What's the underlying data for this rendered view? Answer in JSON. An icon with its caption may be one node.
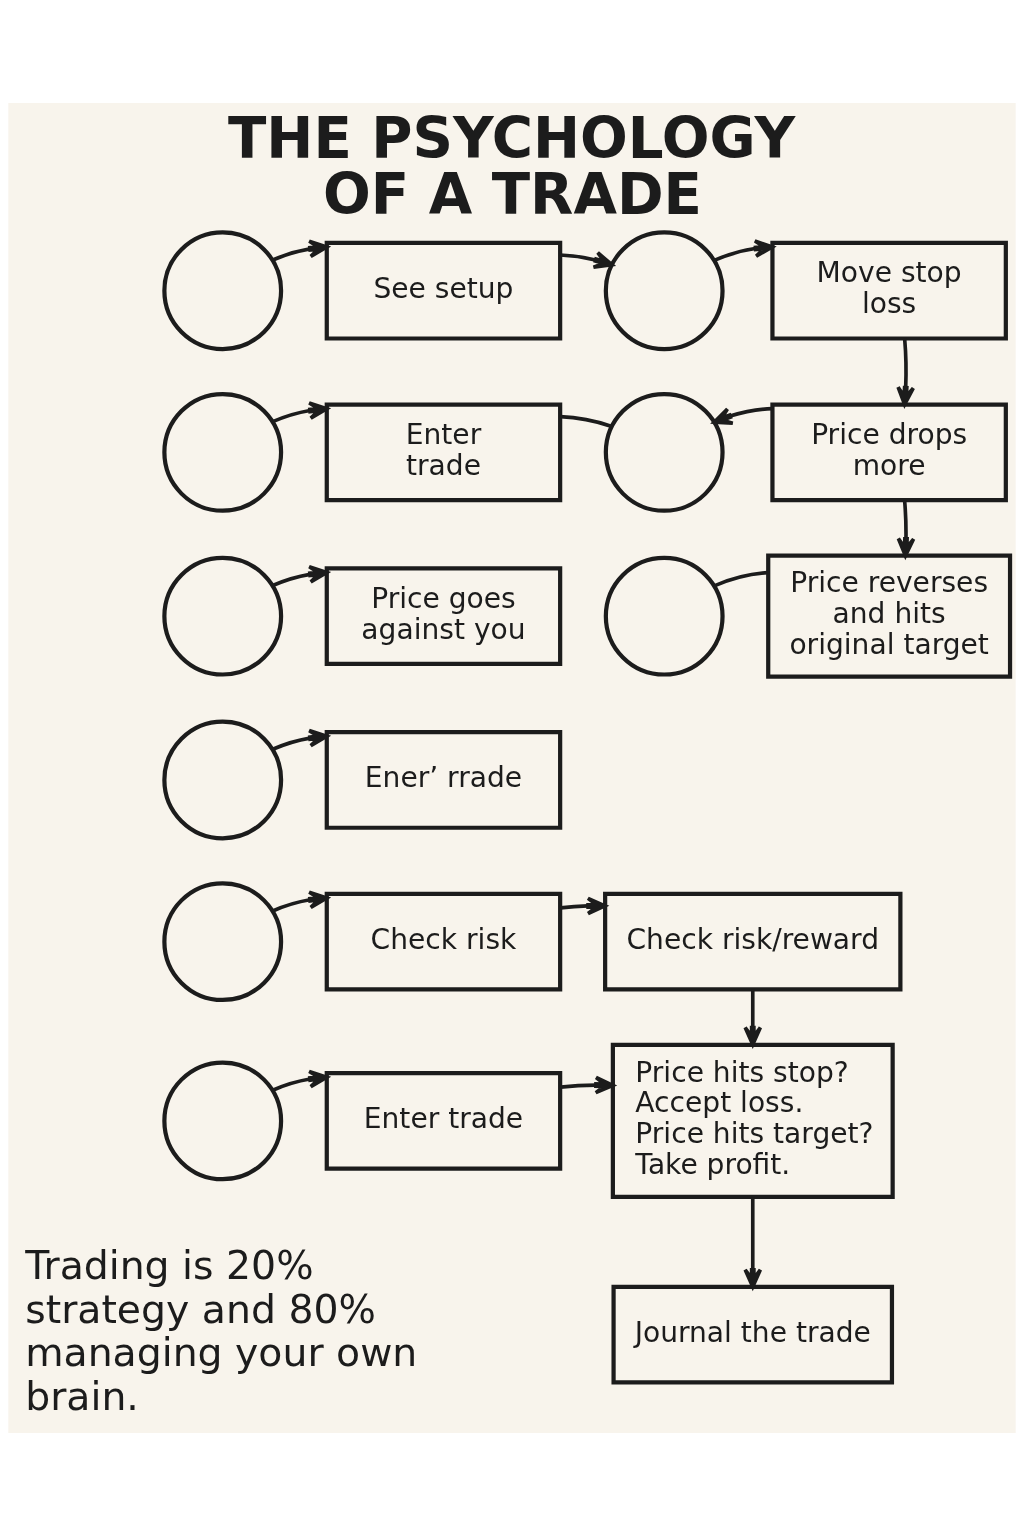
{
  "diagram": {
    "title": "THE PSYCHOLOGY OF A TRADE",
    "caption": "Trading is 20% strategy and 80% managing your own brain.",
    "nodes": [
      {
        "text": [],
        "shape": "circle"
      },
      {
        "text": [
          "See setup"
        ]
      },
      {
        "text": [],
        "shape": "circle"
      },
      {
        "text": [
          "Move stop loss"
        ]
      },
      {
        "text": [],
        "shape": "circle"
      },
      {
        "text": [
          "Enter trade"
        ]
      },
      {
        "text": [],
        "shape": "circle"
      },
      {
        "text": [
          "Price drops more"
        ]
      },
      {
        "text": [],
        "shape": "circle"
      },
      {
        "text": [
          "Price goes against you"
        ]
      },
      {
        "text": [],
        "shape": "circle"
      },
      {
        "text": [
          "Price reverses and hits original target"
        ]
      },
      {
        "text": [],
        "shape": "circle"
      },
      {
        "text": [
          "Ener’ rrade"
        ]
      },
      {
        "text": [],
        "shape": "circle"
      },
      {
        "text": [
          "Check risk"
        ]
      },
      {
        "text": [
          "Check risk/reward"
        ]
      },
      {
        "text": [],
        "shape": "circle"
      },
      {
        "text": [
          "Enter trade"
        ]
      },
      {
        "text": [
          "Price hits stop? Accept loss.",
          "Price hits target? Take profit."
        ]
      },
      {
        "text": [
          "Journal the trade"
        ]
      }
    ],
    "edges": [
      {
        "from": 0,
        "to": 1,
        "arrow": "to"
      },
      {
        "from": 1,
        "to": 2,
        "arrow": "to"
      },
      {
        "from": 2,
        "to": 3,
        "arrow": "to"
      },
      {
        "from": 3,
        "to": 7,
        "arrow": "to"
      },
      {
        "from": 4,
        "to": 5,
        "arrow": "to"
      },
      {
        "from": 5,
        "to": 6,
        "arrow": "none"
      },
      {
        "from": 7,
        "to": 6,
        "arrow": "to"
      },
      {
        "from": 7,
        "to": 11,
        "arrow": "to"
      },
      {
        "from": 8,
        "to": 9,
        "arrow": "to"
      },
      {
        "from": 10,
        "to": 11,
        "arrow": "none"
      },
      {
        "from": 12,
        "to": 13,
        "arrow": "to"
      },
      {
        "from": 14,
        "to": 15,
        "arrow": "to"
      },
      {
        "from": 15,
        "to": 16,
        "arrow": "to"
      },
      {
        "from": 16,
        "to": 19,
        "arrow": "to"
      },
      {
        "from": 17,
        "to": 18,
        "arrow": "to"
      },
      {
        "from": 18,
        "to": 19,
        "arrow": "to"
      },
      {
        "from": 19,
        "to": 20,
        "arrow": "to"
      }
    ]
  }
}
